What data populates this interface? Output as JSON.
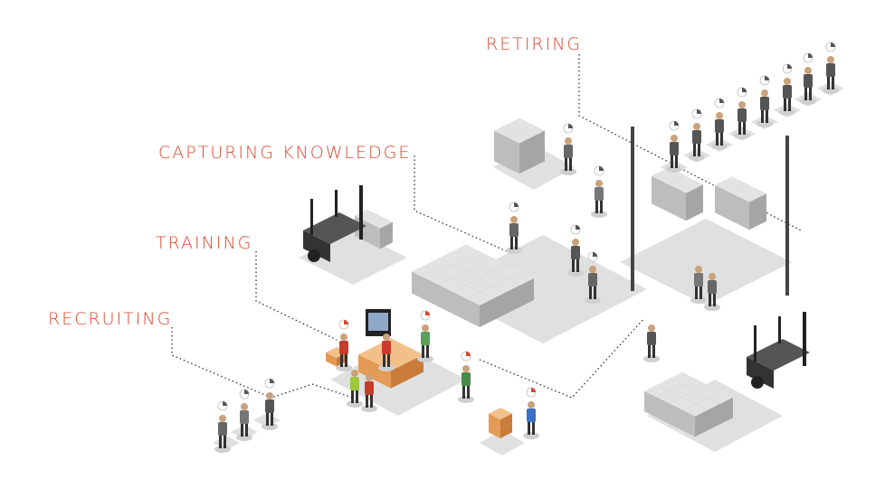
{
  "labels": {
    "retiring": "RETIRING",
    "capturing": "CAPTURING KNOWLEDGE",
    "training": "TRAINING",
    "recruiting": "RECRUITING"
  },
  "colors": {
    "accent": "#d9472f",
    "box_grey": "#c9c9c9",
    "box_orange": "#e8a060",
    "floor": "#d6d6d6",
    "dark": "#3a3a3a"
  }
}
